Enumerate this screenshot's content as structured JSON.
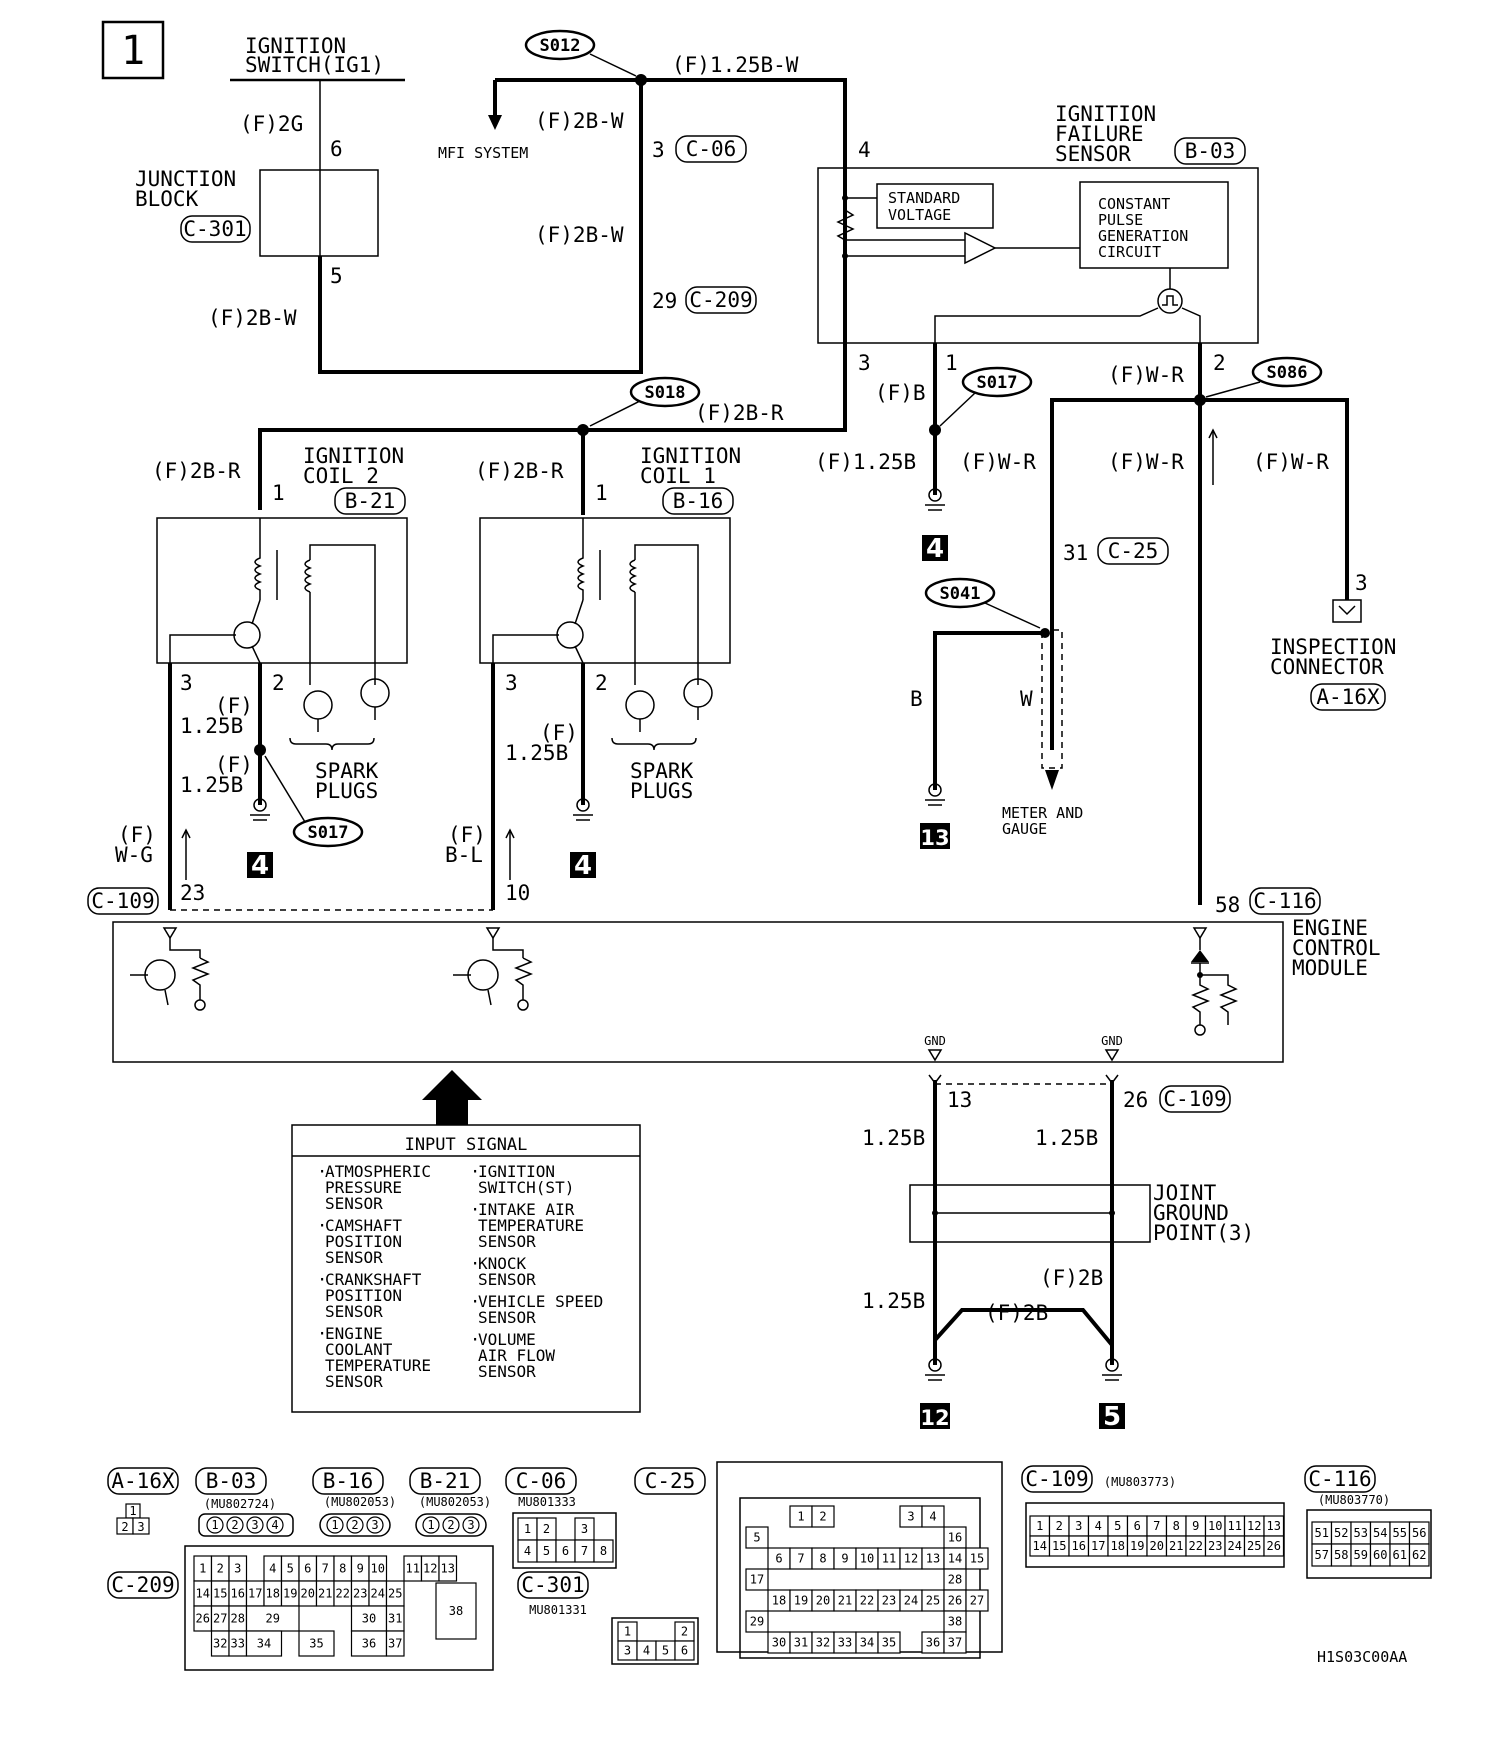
{
  "page_number": "1",
  "ignition_switch": {
    "line1": "IGNITION",
    "line2": "SWITCH(IG1)",
    "wire": "(F)2G",
    "pin_in": "6",
    "pin_out": "5",
    "wire_out": "(F)2B-W"
  },
  "junction_block": {
    "line1": "JUNCTION",
    "line2": "BLOCK",
    "connector": "C-301"
  },
  "splices": {
    "s012": "S012",
    "s018": "S018",
    "s017a": "S017",
    "s017b": "S017",
    "s086": "S086",
    "s041": "S041"
  },
  "mfi": {
    "label": "MFI SYSTEM",
    "wire_a": "(F)2B-W",
    "pin_a": "3",
    "conn_a": "C-06",
    "wire_b": "(F)2B-W",
    "pin_b": "29",
    "conn_b": "C-209"
  },
  "top_wire": "(F)1.25B-W",
  "ifs": {
    "line1": "IGNITION",
    "line2": "FAILURE",
    "line3": "SENSOR",
    "connector": "B-03",
    "pin_top": "4",
    "pin3": "3",
    "pin1": "1",
    "pin2": "2",
    "std1": "STANDARD",
    "std2": "VOLTAGE",
    "cp1": "CONSTANT",
    "cp2": "PULSE",
    "cp3": "GENERATION",
    "cp4": "CIRCUIT"
  },
  "ifs_wires": {
    "w3": "(F)2B-R",
    "w1a": "(F)B",
    "w1b": "(F)1.25B",
    "w2": "(F)W-R",
    "w_left": "(F)W-R",
    "w_mid": "(F)W-R",
    "w_right": "(F)W-R"
  },
  "coil2": {
    "line1": "IGNITION",
    "line2": "COIL 2",
    "connector": "B-21",
    "wire": "(F)2B-R",
    "pin1": "1",
    "pin2": "2",
    "pin3": "3",
    "w2a": "(F)",
    "w2b": "1.25B",
    "w2c": "(F)",
    "w2d": "1.25B",
    "w3a": "(F)",
    "w3b": "W-G",
    "pin_ecm": "23"
  },
  "coil1": {
    "line1": "IGNITION",
    "line2": "COIL 1",
    "connector": "B-16",
    "wire": "(F)2B-R",
    "pin1": "1",
    "pin2": "2",
    "pin3": "3",
    "w2a": "(F)",
    "w2b": "1.25B",
    "w3a": "(F)",
    "w3b": "B-L",
    "pin_ecm": "10"
  },
  "spark": {
    "line1": "SPARK",
    "line2": "PLUGS"
  },
  "grounds": {
    "g4a": "4",
    "g4b": "4",
    "g4c": "4",
    "g13": "13",
    "g12": "12",
    "g5": "5"
  },
  "meter": {
    "pin": "31",
    "connector": "C-25",
    "wire_b": "B",
    "wire_w": "W",
    "line1": "METER AND",
    "line2": "GAUGE"
  },
  "inspection": {
    "pin": "3",
    "line1": "INSPECTION",
    "line2": "CONNECTOR",
    "connector": "A-16X"
  },
  "ecm": {
    "line1": "ENGINE",
    "line2": "CONTROL",
    "line3": "MODULE",
    "conn_left": "C-109",
    "pin58": "58",
    "conn_right": "C-116",
    "gnd1": "GND",
    "gnd2": "GND"
  },
  "ground_section": {
    "pin13": "13",
    "pin26": "26",
    "connector": "C-109",
    "w13": "1.25B",
    "w26": "1.25B",
    "jgp1": "JOINT",
    "jgp2": "GROUND",
    "jgp3": "POINT(3)",
    "w_low_left": "1.25B",
    "w_mid": "(F)2B",
    "w_right": "(F)2B"
  },
  "input_signal": {
    "title": "INPUT SIGNAL",
    "left": [
      [
        "ATMOSPHERIC",
        "PRESSURE",
        "SENSOR"
      ],
      [
        "CAMSHAFT",
        "POSITION",
        "SENSOR"
      ],
      [
        "CRANKSHAFT",
        "POSITION",
        "SENSOR"
      ],
      [
        "ENGINE",
        "COOLANT",
        "TEMPERATURE",
        "SENSOR"
      ]
    ],
    "right": [
      [
        "IGNITION",
        "SWITCH(ST)"
      ],
      [
        "INTAKE AIR",
        "TEMPERATURE",
        "SENSOR"
      ],
      [
        "KNOCK",
        "SENSOR"
      ],
      [
        "VEHICLE SPEED",
        "SENSOR"
      ],
      [
        "VOLUME",
        "AIR FLOW",
        "SENSOR"
      ]
    ]
  },
  "connector_views": {
    "a16x": {
      "name": "A-16X",
      "pins": [
        "1",
        "2",
        "3"
      ]
    },
    "b03": {
      "name": "B-03",
      "part": "(MU802724)",
      "pins": [
        "1",
        "2",
        "3",
        "4"
      ]
    },
    "b16": {
      "name": "B-16",
      "part": "(MU802053)",
      "pins": [
        "1",
        "2",
        "3"
      ]
    },
    "b21": {
      "name": "B-21",
      "part": "(MU802053)",
      "pins": [
        "1",
        "2",
        "3"
      ]
    },
    "c06": {
      "name": "C-06",
      "part": "MU801333",
      "pins": [
        "1",
        "2",
        "3",
        "4",
        "5",
        "6",
        "7",
        "8"
      ]
    },
    "c301": {
      "name": "C-301",
      "part": "MU801331",
      "pins": [
        "1",
        "2",
        "3",
        "4",
        "5",
        "6"
      ]
    },
    "c25": {
      "name": "C-25"
    },
    "c109": {
      "name": "C-109",
      "part": "(MU803773)"
    },
    "c116": {
      "name": "C-116",
      "part": "(MU803770)"
    },
    "c209": {
      "name": "C-209"
    }
  },
  "footer_code": "H1S03C00AA"
}
